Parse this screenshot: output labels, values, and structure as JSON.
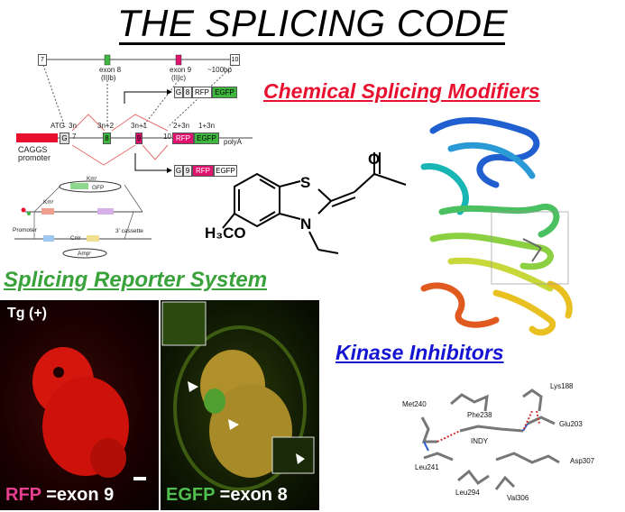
{
  "title": "THE SPLICING CODE",
  "sections": {
    "chemical": "Chemical Splicing Modifiers",
    "reporter": "Splicing Reporter System",
    "kinase": "Kinase Inhibitors"
  },
  "construct": {
    "exon7": "7",
    "exon10": "10",
    "exon8_label": "exon 8",
    "exon8_sub": "(IIIb)",
    "exon9_label": "exon 9",
    "exon9_sub": "(IIIc)",
    "scale": "~100bp",
    "atg": "ATG",
    "n3": "3n",
    "g": "G",
    "seven": "7",
    "n3p2": "3n+2",
    "n3p1": "3n+1",
    "n2p3": "2+3n",
    "n1p3": "1+3n",
    "eight": "8",
    "nine": "9",
    "ten": "10",
    "rfp": "RFP",
    "egfp": "EGFP",
    "polya": "polyA",
    "promoter_a": "CAGGS",
    "promoter_b": "promoter"
  },
  "vector": {
    "kmr": "Kmʳ",
    "gfp": "GFP",
    "promoter": "Promoter",
    "cmr": "Cmʳ",
    "cassette": "3' cassette",
    "ampr": "Ampʳ"
  },
  "molecule": {
    "s": "S",
    "n": "N",
    "o": "O",
    "methoxy": "H₃CO"
  },
  "photos": {
    "tg": "Tg (+)",
    "rfp": "RFP",
    "rfp_rest": " =exon 9",
    "egfp": "EGFP",
    "egfp_rest": " =exon 8"
  },
  "residues": [
    "Met240",
    "Phe238",
    "Lys188",
    "Glu203",
    "INDY",
    "Leu241",
    "Asp307",
    "Leu294",
    "Val306"
  ],
  "colors": {
    "red_heading": "#e8102e",
    "green_heading": "#3aa23a",
    "blue_heading": "#1414d2",
    "rfp_box": "#e0146e",
    "egfp_box": "#3fb83f"
  }
}
